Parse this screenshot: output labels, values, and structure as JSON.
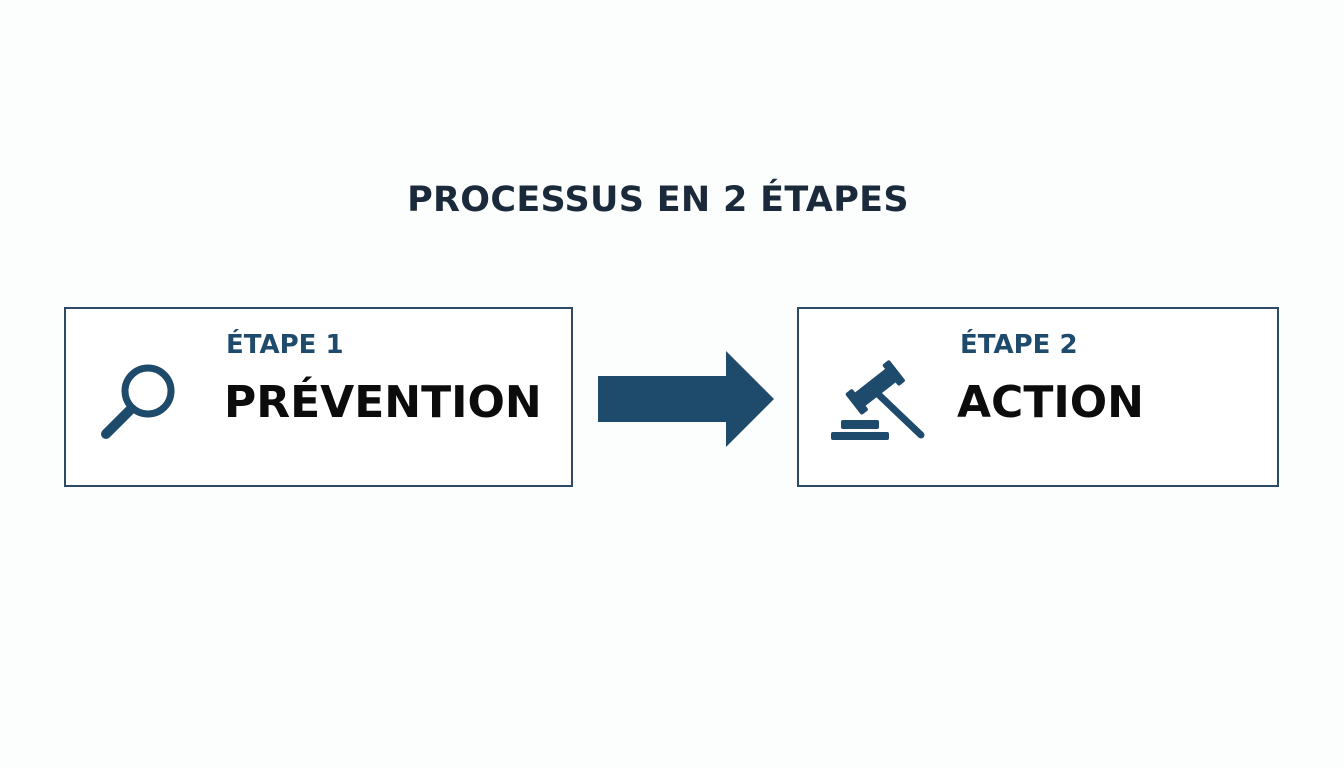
{
  "title": "PROCESSUS EN 2 ÉTAPES",
  "steps": [
    {
      "label": "ÉTAPE 1",
      "title": "PRÉVENTION",
      "icon": "magnifier-icon"
    },
    {
      "label": "ÉTAPE 2",
      "title": "ACTION",
      "icon": "gavel-icon"
    }
  ],
  "colors": {
    "accent": "#1e4a6b",
    "border": "#2c4a66",
    "title": "#1b2a3a",
    "text": "#0c0c0c",
    "background": "#fcfdfd"
  }
}
